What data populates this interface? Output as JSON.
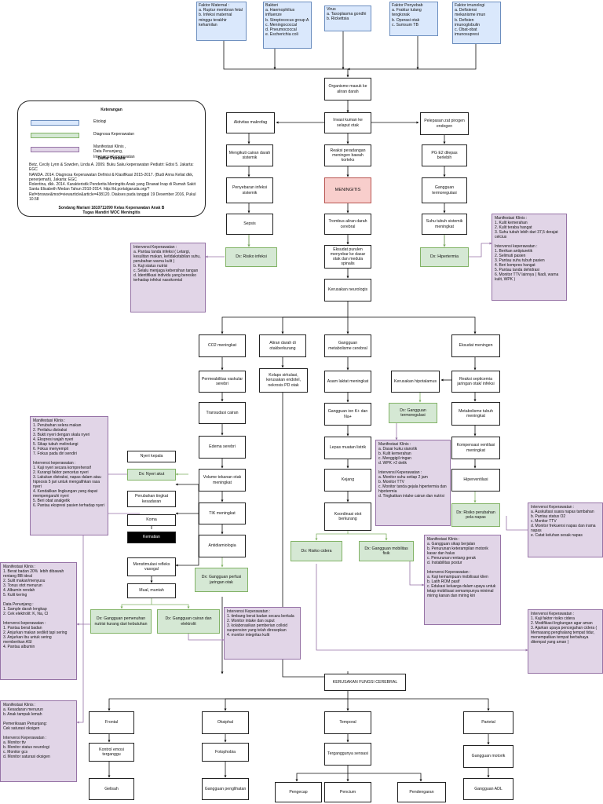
{
  "legend": {
    "title": "Keterangan",
    "items": [
      {
        "label": "Etiologi",
        "color": "#dae8fc"
      },
      {
        "label": "Diagnosa Keperawatan",
        "color": "#d5e8d4"
      },
      {
        "label": "Manifestasi Klinis ,\nData Penunjang,\nIntervensi Keperawatan",
        "color": "#e1d5e7"
      }
    ],
    "ref_title": "Daftar Pustaka",
    "ref_text": "Betz, Cecily Lynn & Sowden, Linda A. 2009. Buku Saku keperawatan Pediatri: Edisi 5. Jakarta: EGC\nNANDA. 2014. Diagnosa Keperawatan Definisi & Klasifikasi 2015-2017. (Budi Anna Keliat dkk, penerjemah), Jakarta: EGC\nRolentina, dkk. 2014. Karakteristik Penderita Meningitis Anak yang Dirawat Inap di Rumah Sakit Santa Elisabeth Medan Tahun 2010-2014. http://id.portalgaruda.org/?Ref=browse&mod=viewarticle&article=438120. Diakses pada tanggal 19 Desember 2016, Pukul 10.58",
    "author": "Sondang Mariani 1810711090 Kelas Keperawatan Anak B\nTugas Mandiri WOC Meningitis"
  },
  "nodes": {
    "faktor_maternal": "Faktor Maternal :\na. Ruptur membran fetal\nb. Infeksi maternal minggu terakhir kehamilan",
    "bakteri": "Bakteri\na. Haemophilius influenze\nb. Streptococus group A\nc. Meningococcal\nd. Pneumococcal\ne. Escherichia coli",
    "virus": "Virus\na. Tasoplasma gondhi\nb. Rickettsia",
    "faktor_penyebab": "Faktor Penyebab\na. Fraktur tulang tengkorak\nb. Operasi otak\nc. Sumsum TB",
    "faktor_imunologi": "Faktor imunologi\na. Defisiensi mekanisme imun\nb. Defisien imunoglobulin\nc. Obat-obat imunosupresi",
    "organisme": "Organisme masuk ke aliran darah",
    "invasi": "Invasi kuman ke selaput otak",
    "aktivitas_makrofag": "Aktivitas makrofag",
    "pelepasan_zat": "Pelepasan zat pirogen endogen",
    "mengikuti_cairan": "Mengikuti cairan darah sistemik",
    "reaksi_peradangan": "Reaksi peradangan meningen bawah korteks",
    "pg_e2": "PG E2 dilepas berlebih",
    "penyebaran_infeksi": "Penyebaran infeksi sistemik",
    "meningitis": "MENINGITIS",
    "gangguan_termoregulasi": "Gangguan termoregulasi",
    "sepsis": "Sepsis",
    "trombus": "Trombus aliran darah cerebral",
    "suhu_tubuh": "Suhu tubuh sistemik meningkat",
    "dx_risiko_infeksi": "Dx: Risiko infeksi",
    "eksudat_purulen": "Eksudat purulen menyebar ke dasar otak dan medula spinalis",
    "dx_hipertermia": "Dx: Hipertermia",
    "kerusakan_neurologis": "Kerusakan neurologis",
    "co2": "CO2 meningkat",
    "aliran_darah": "Aliran darah di otakberkurang",
    "gangguan_metabolisme": "Gangguan metabolisme cerebral",
    "eksudat_meningen": "Eksudat meningen",
    "permeabilitas": "Permeabilitas vaskular serebri",
    "kolaps_sirkulasi": "Kolaps sirkulasi, kerusakan endotel, nekrosis PD otak",
    "asam_laktat": "Asam laktat meningkat",
    "kerusakan_hipotalamus": "Kerusakan hipotalamus",
    "reaksi_septicemia": "Reaksi septicemia jaringan otak/ infeksi",
    "transudasi": "Transudasi cairan",
    "gangguan_ion": "Gangguan ion K+ dan Na+",
    "dx_termoregulasi": "Dx: Gangguan termoregulasi",
    "metabolisme_tubuh": "Metabolisme tubuh meningkat",
    "edema": "Edema serebri",
    "lepas_muatan": "Lepas muatan listrik",
    "kompensasi_ventilasi": "Kompensasi ventilasi meningkat",
    "nyeri_kepala": "Nyeri kepala",
    "volume_tekanan": "Volume tekanan otak meningkat",
    "kejang": "Kejang",
    "hiperventilasi": "Hiperventilasi",
    "dx_nyeri": "Dx: Nyeri akut",
    "perubahan_kesadaran": "Perubahan tingkat kesadaran",
    "tik": "TIK meningkat",
    "koordinasi": "Koordinasi otot berkurang",
    "dx_pola_napas": "Dx: Risiko perubahan pola napas",
    "koma": "Koma",
    "kematian": "Kematian",
    "antidiamiologia": "Antidiamiologia",
    "dx_cidera": "Dx: Risiko cidera",
    "dx_mobilitas": "Dx: Gangguan mobilitas fisik",
    "menstimulasi": "Menstimulasi refleks vasogal",
    "dx_perfusi": "Dx: Gangguan perfusi jaringan otak",
    "mual": "Mual, muntah",
    "dx_nutrisi": "Dx: Gangguan pemenuhan nutrisi kurang dari kebutuhan",
    "dx_cairan": "Dx: Gangguan cairan dan elektrolit",
    "kerusakan_fungsi": "KERUSAKAN FUNGSI CEREBRAL",
    "frontal": "Frontal",
    "oksiphal": "Oksiphal",
    "temporal": "Temporal",
    "parietal": "Parietal",
    "kontrol_emosi": "Kontrol emosi terganggu",
    "fotophobia": "Fotophobia",
    "terganggunya_sensasi": "Terganggunya sensasi",
    "gangguan_motorik": "Gangguan motorik",
    "gelisah": "Gelisah",
    "gangguan_penglihatan": "Gangguan penglihatan",
    "pengecap": "Pengecap",
    "pencium": "Pencium",
    "pendengaran": "Pendengaran",
    "gangguan_adl": "Gangguan ADL",
    "p_infeksi": "Intervensi Keperawatan :\na. Pantau tanda infeksi ( Letargi, kesulitan makan, ketidakstabilan suhu, perubahan warna kulit )\nb. Kaji status nutrisi\nc. Selalu menjaga kebersihan tangan\nd. Identifikasi individu yang beresiko terhadap infeksi nasokomial",
    "p_hipertermia": "Manifestasi Klinis :\n1. Kulit kemerahan\n2. Kulit teraba hangat\n3. Suhu tubuh lebih dari 37,5 derajat celcius\n\nIntervensi keperawatan :\n1. Berikan antipiuretik\n2. Selimuti pasien\n3. Pantau suhu tubuh pasien\n4. Beri kompres hangat\n5. Pantau tanda dehidrasi\n6. Monitor TTV lainnya ( Nadi, warna kulit, WPK )",
    "p_nyeri": "Manifestasi Klinis :\n1. Perubahan selera makan\n2. Perilaku distraksi\n3. Bukti nyeri dengan skala nyeri\n4. Ekspresi wajah nyeri\n5. Sikap tubuh melindungi\n6. Fokus menyempit\n7. Fokus pada diri sendiri\n\nIntervensi keperawatan :\n1. Kaji nyeri secara komprehensif\n2. Kurangi faktor pencetus nyeri\n3. Lakukan distraksi, napas dalam atau hipnosis 5 jari untuk mengalihkan rasa nyeri\n4. Kendalikan lingkungan yang dapat mempengaruhi nyeri\n5. Beri obat analgetik\n6. Pantau ekspresi pasien terhadap nyeri",
    "p_termoregulasi": "Manifestasi Klinis :\na. Dasar kuku sianotik\nb. Kulit kemerahan\nc. Menggigil ringan\nd. WPK >2 detik\n\nIntervensi Keperawatan :\na. Monitor suhu setiap 2 jam\nb. Monitor TTV\nc. Monitor tanda gejala hipertermia dan hipotermia\nd. Tingkatkan intake cairan dan nutrisi",
    "p_pola_napas": "Intervensi Keperawatan :\na. Auskultasi suara napas tambahan\nb. Pantau status O2\nc. Monitor TTV\nd. Monitor frekuensi napas dan irama napas\ne. Catat keluhan sesak napas",
    "p_mobilitas": "Manifestasi Klinis :\na. Gangguan sikap berjalan\nb. Penurunan keterampilan motorik kasar dan halus\nc. Penurunan rentang gerak\nd. Instabilitas postur\n\nIntervensi Keperawatan :\na. Kaji kemampuan mobilisasi klien\nb. Latih ROM pasif\nc. Edukasi keluarga dalam upaya untuk tetap mobilisasi semampunya minimal miring kanan dan miring kiri",
    "p_nutrisi": "Manifestasi Klinis :\n1. Berat badan 20% lebih dibawah rentang BB ideal\n2. Sulit makan/menyusu\n3. Tonus otot menurun\n4. Albumin rendah\n5. Kulit kering\n\nData Penunjang :\n1. Sample darah lengkap\n2. Cek elektrolit: K, Na, Cl\n\nIntervensi keperawatan :\n1. Pantau berat badan\n2. Anjurkan makan sedikit tapi sering\n3. Anjurkan ibu untuk sering memberikan ASI\n4. Pantau albumin",
    "p_cairan": "Intervensi Keperawatan :\n1. timbang berat badan secara berkala\n2. Monitor intake dan ouput\n3. kolaborasikan pemberian colloid suspension yang telah diresepkan\n4. monitor integritas kulit",
    "p_cidera": "Intervensi Keperawatan :\n1. Kaji faktor risiko cidera\n2. Modifikasi lingkungan agar aman\n3. Ajarkan upaya pencegahan cidera ( Memasang penghalang tempat tidur, menempatkan tempat berbahaya ditempat yang aman )",
    "p_kesadaran": "Manifestasi Klinis :\na. Kesadaran menurun\nb. Anak tampak lemah\n\nPemeriksaan Penunjang:\nCek saturasi oksigen\n\nIntervensi Keperawatan :\na. Monitor ttv\nb. Monitor status neurologi\nc. Monitor gcs\nd. Monitor saturasi oksigen"
  }
}
